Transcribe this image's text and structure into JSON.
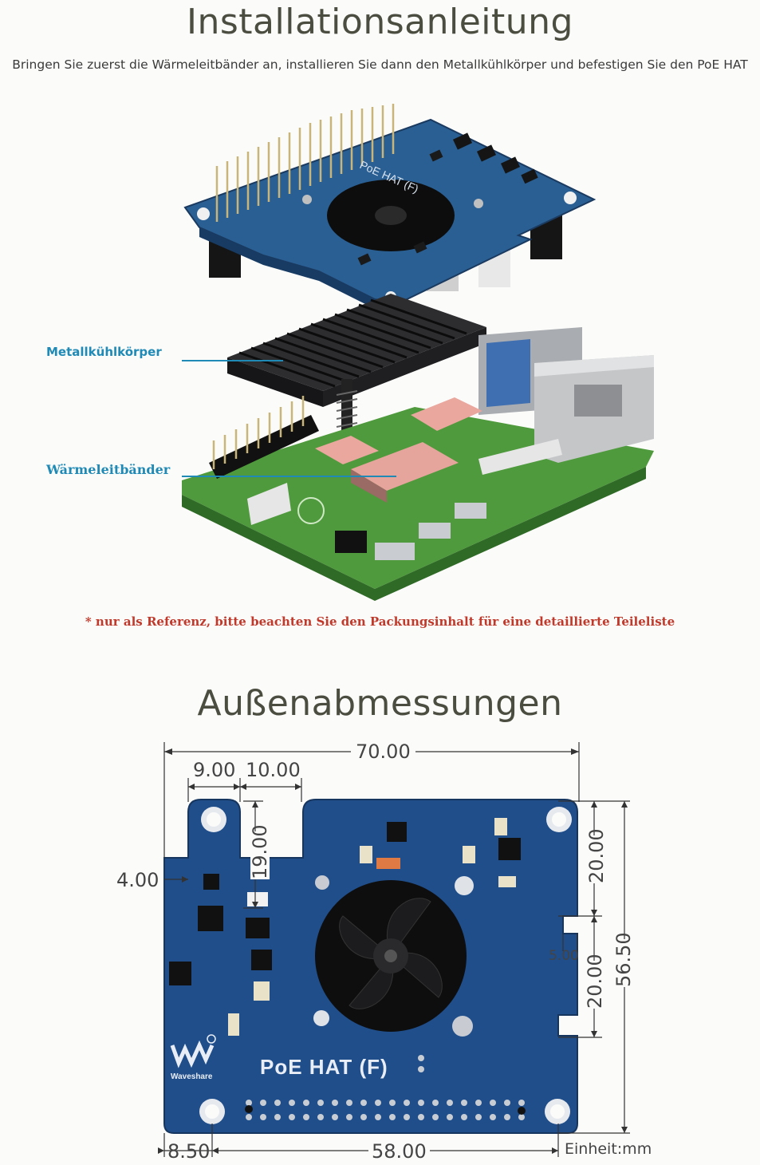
{
  "install": {
    "title": "Installationsanleitung",
    "subtitle": "Bringen Sie zuerst die Wärmeleitbänder an, installieren Sie dann den Metallkühlkörper und befestigen Sie den PoE HAT",
    "callouts": {
      "heatsink": "Metallkühlkörper",
      "thermal_pads": "Wärmeleitbänder"
    },
    "hat_silkscreen": "PoE HAT (F)",
    "note": "* nur als Referenz, bitte beachten Sie den Packungsinhalt für eine detaillierte Teileliste"
  },
  "dimensions": {
    "title": "Außenabmessungen",
    "board_label": "PoE HAT (F)",
    "brand": "Waveshare",
    "values": {
      "total_width": "70.00",
      "tab_width": "9.00",
      "gap": "10.00",
      "tab_hole": "19.00",
      "left_offset": "4.00",
      "right_top": "20.00",
      "right_step": "5.00",
      "right_bottom": "20.00",
      "total_height": "56.50",
      "bottom_left": "8.50",
      "hole_spacing": "58.00"
    },
    "unit": "Einheit:mm"
  },
  "colors": {
    "title": "#4a4d3f",
    "callout": "#1f8ab5",
    "note": "#c0392b",
    "pcb_blue": "#1e4f8a",
    "pcb_green": "#4a9a3a",
    "heatsink": "#1e1e20",
    "thermal_pad": "#e8a9a0"
  }
}
